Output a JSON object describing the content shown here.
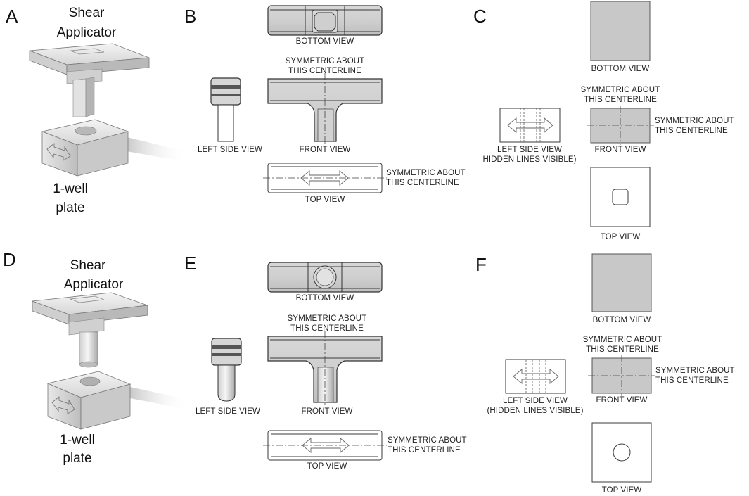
{
  "panels": {
    "A": {
      "letter": "A",
      "title_line1": "Shear",
      "title_line2": "Applicator",
      "plate_line1": "1-well",
      "plate_line2": "plate"
    },
    "B": {
      "letter": "B",
      "bottom": "BOTTOM VIEW",
      "sym_top_line1": "SYMMETRIC ABOUT",
      "sym_top_line2": "THIS CENTERLINE",
      "left": "LEFT SIDE VIEW",
      "front": "FRONT VIEW",
      "sym_right_line1": "SYMMETRIC ABOUT",
      "sym_right_line2": "THIS CENTERLINE",
      "top": "TOP VIEW"
    },
    "C": {
      "letter": "C",
      "bottom": "BOTTOM VIEW",
      "sym_top_line1": "SYMMETRIC ABOUT",
      "sym_top_line2": "THIS CENTERLINE",
      "sym_right_line1": "SYMMETRIC ABOUT",
      "sym_right_line2": "THIS CENTERLINE",
      "left_line1": "LEFT SIDE VIEW",
      "left_line2": "HIDDEN LINES VISIBLE)",
      "front": "FRONT VIEW",
      "top": "TOP VIEW"
    },
    "D": {
      "letter": "D",
      "title_line1": "Shear",
      "title_line2": "Applicator",
      "plate_line1": "1-well",
      "plate_line2": "plate"
    },
    "E": {
      "letter": "E",
      "bottom": "BOTTOM VIEW",
      "sym_top_line1": "SYMMETRIC ABOUT",
      "sym_top_line2": "THIS CENTERLINE",
      "left": "LEFT SIDE VIEW",
      "front": "FRONT VIEW",
      "sym_right_line1": "SYMMETRIC ABOUT",
      "sym_right_line2": "THIS CENTERLINE",
      "top": "TOP VIEW"
    },
    "F": {
      "letter": "F",
      "bottom": "BOTTOM VIEW",
      "sym_top_line1": "SYMMETRIC ABOUT",
      "sym_top_line2": "THIS CENTERLINE",
      "sym_right_line1": "SYMMETRIC ABOUT",
      "sym_right_line2": "THIS CENTERLINE",
      "left_line1": "LEFT SIDE VIEW",
      "left_line2": "(HIDDEN LINES VISIBLE)",
      "front": "FRONT VIEW",
      "top": "TOP VIEW"
    }
  }
}
